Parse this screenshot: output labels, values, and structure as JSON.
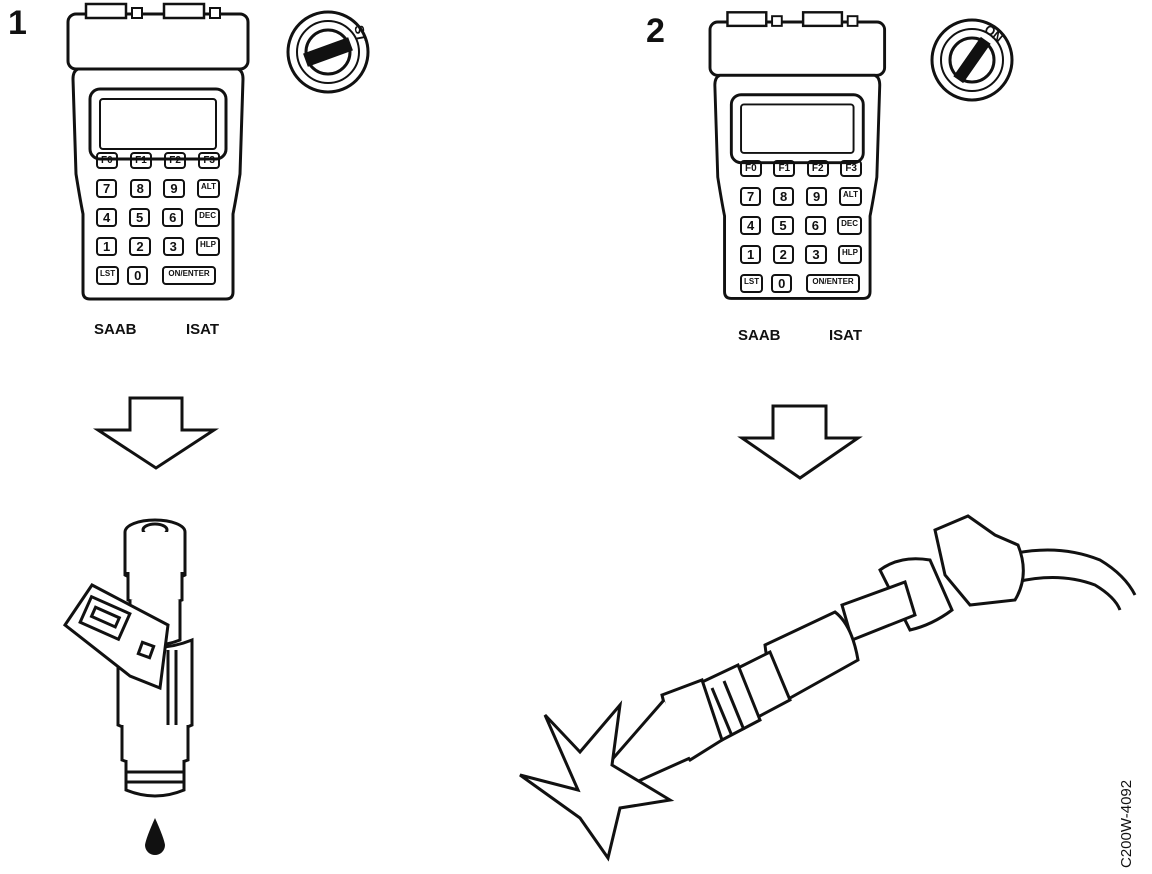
{
  "steps": [
    {
      "number": "1",
      "switch_label": "ST",
      "brand": "SAAB",
      "model": "ISAT"
    },
    {
      "number": "2",
      "switch_label": "ON",
      "brand": "SAAB",
      "model": "ISAT"
    }
  ],
  "keypad": {
    "row1": [
      "F0",
      "F1",
      "F2",
      "F3"
    ],
    "row2": [
      "7",
      "8",
      "9",
      "ALT"
    ],
    "row3": [
      "4",
      "5",
      "6",
      "DEC"
    ],
    "row4": [
      "1",
      "2",
      "3",
      "HLP"
    ],
    "row5": [
      "LST",
      "0",
      "ON/ENTER"
    ]
  },
  "figure_ref": "C200W-4092"
}
